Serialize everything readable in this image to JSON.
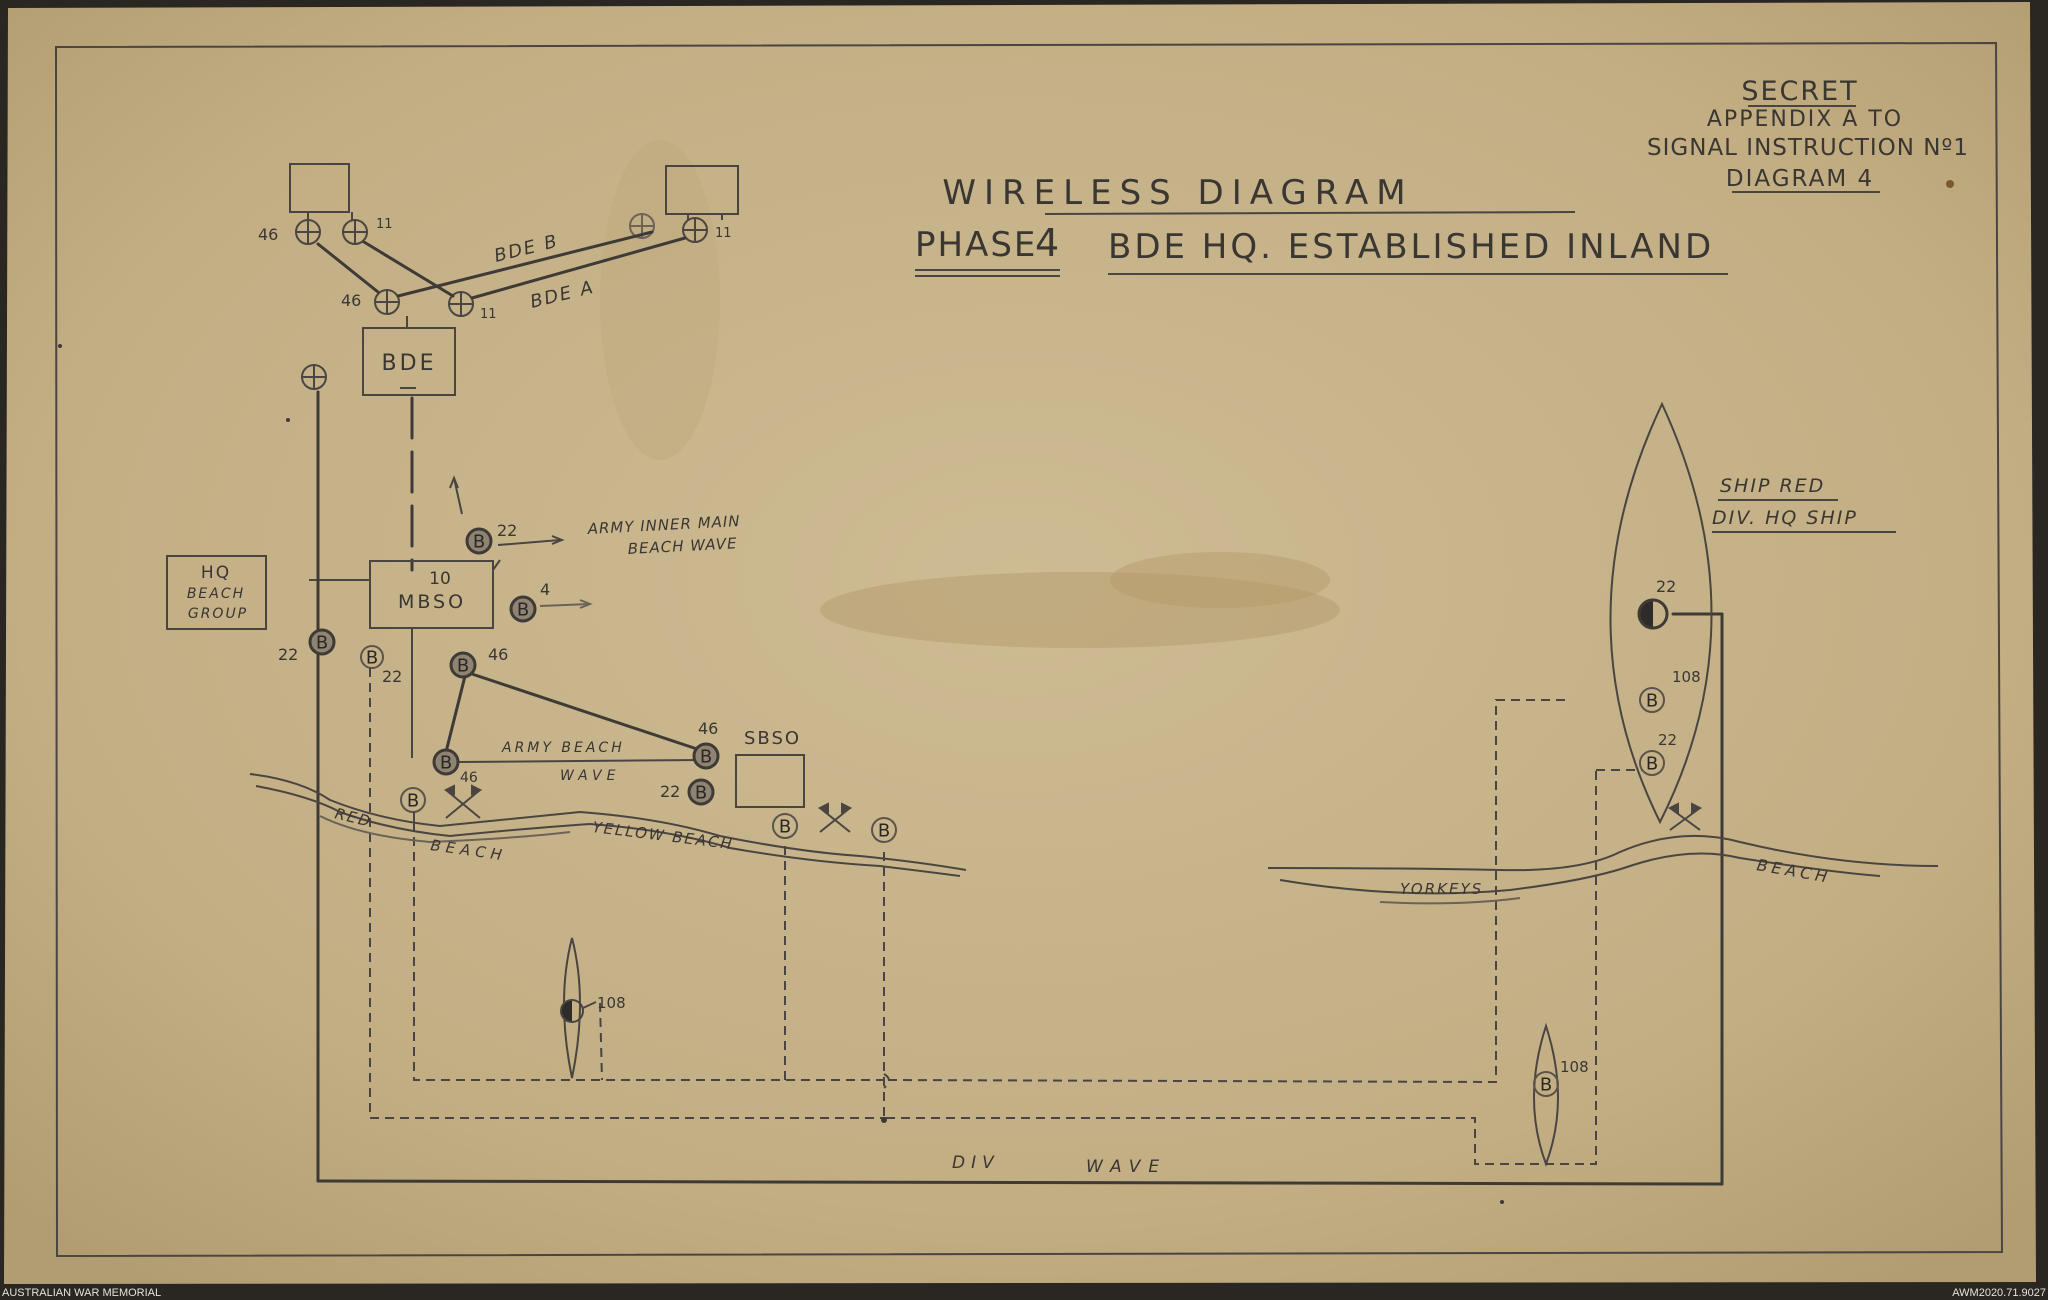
{
  "header": {
    "classification": "SECRET",
    "appendix": "APPENDIX A TO",
    "instruction": "SIGNAL INSTRUCTION Nº1",
    "diagram_no": "DIAGRAM 4",
    "title": "WIRELESS DIAGRAM",
    "subtitle_prefix": "PHASE",
    "subtitle_num": "4",
    "subtitle_rest": "BDE HQ. ESTABLISHED INLAND"
  },
  "units": {
    "bde": "BDE",
    "mbso_num": "10",
    "mbso": "MBSO",
    "hq_line1": "HQ",
    "hq_line2": "BEACH",
    "hq_line3": "GROUP",
    "sbso": "SBSO"
  },
  "nets": {
    "bde_b": "BDE B",
    "bde_a": "BDE A",
    "army_inner_1": "ARMY INNER MAIN",
    "army_inner_2": "BEACH WAVE",
    "army_beach_1": "ARMY BEACH",
    "army_beach_2": "WAVE",
    "div_wave_1": "DIV",
    "div_wave_2": "WAVE"
  },
  "beaches": {
    "red": "RED",
    "beach": "BEACH",
    "yellow": "YELLOW BEACH",
    "yorkeys": "YORKEYS",
    "beach2": "BEACH"
  },
  "ship": {
    "line1": "SHIP RED",
    "line2": "DIV. HQ SHIP"
  },
  "set_numbers": {
    "n46a": "46",
    "n11a": "11",
    "n46b": "46",
    "n11b": "11",
    "n22a": "22",
    "n4": "4",
    "n22b": "22",
    "n22c": "22",
    "n46c": "46",
    "n46d": "46",
    "n46e": "46",
    "n22d": "22",
    "n108a": "108",
    "n22ship": "22",
    "n108b": "108",
    "n22e": "22",
    "n108c": "108"
  },
  "node_letter": "B",
  "footer": {
    "left": "AUSTRALIAN WAR MEMORIAL",
    "right": "AWM2020.71.9027"
  },
  "colors": {
    "paper": "#c7b48c",
    "ink": "#3e3a36",
    "backing": "#2a2622"
  }
}
